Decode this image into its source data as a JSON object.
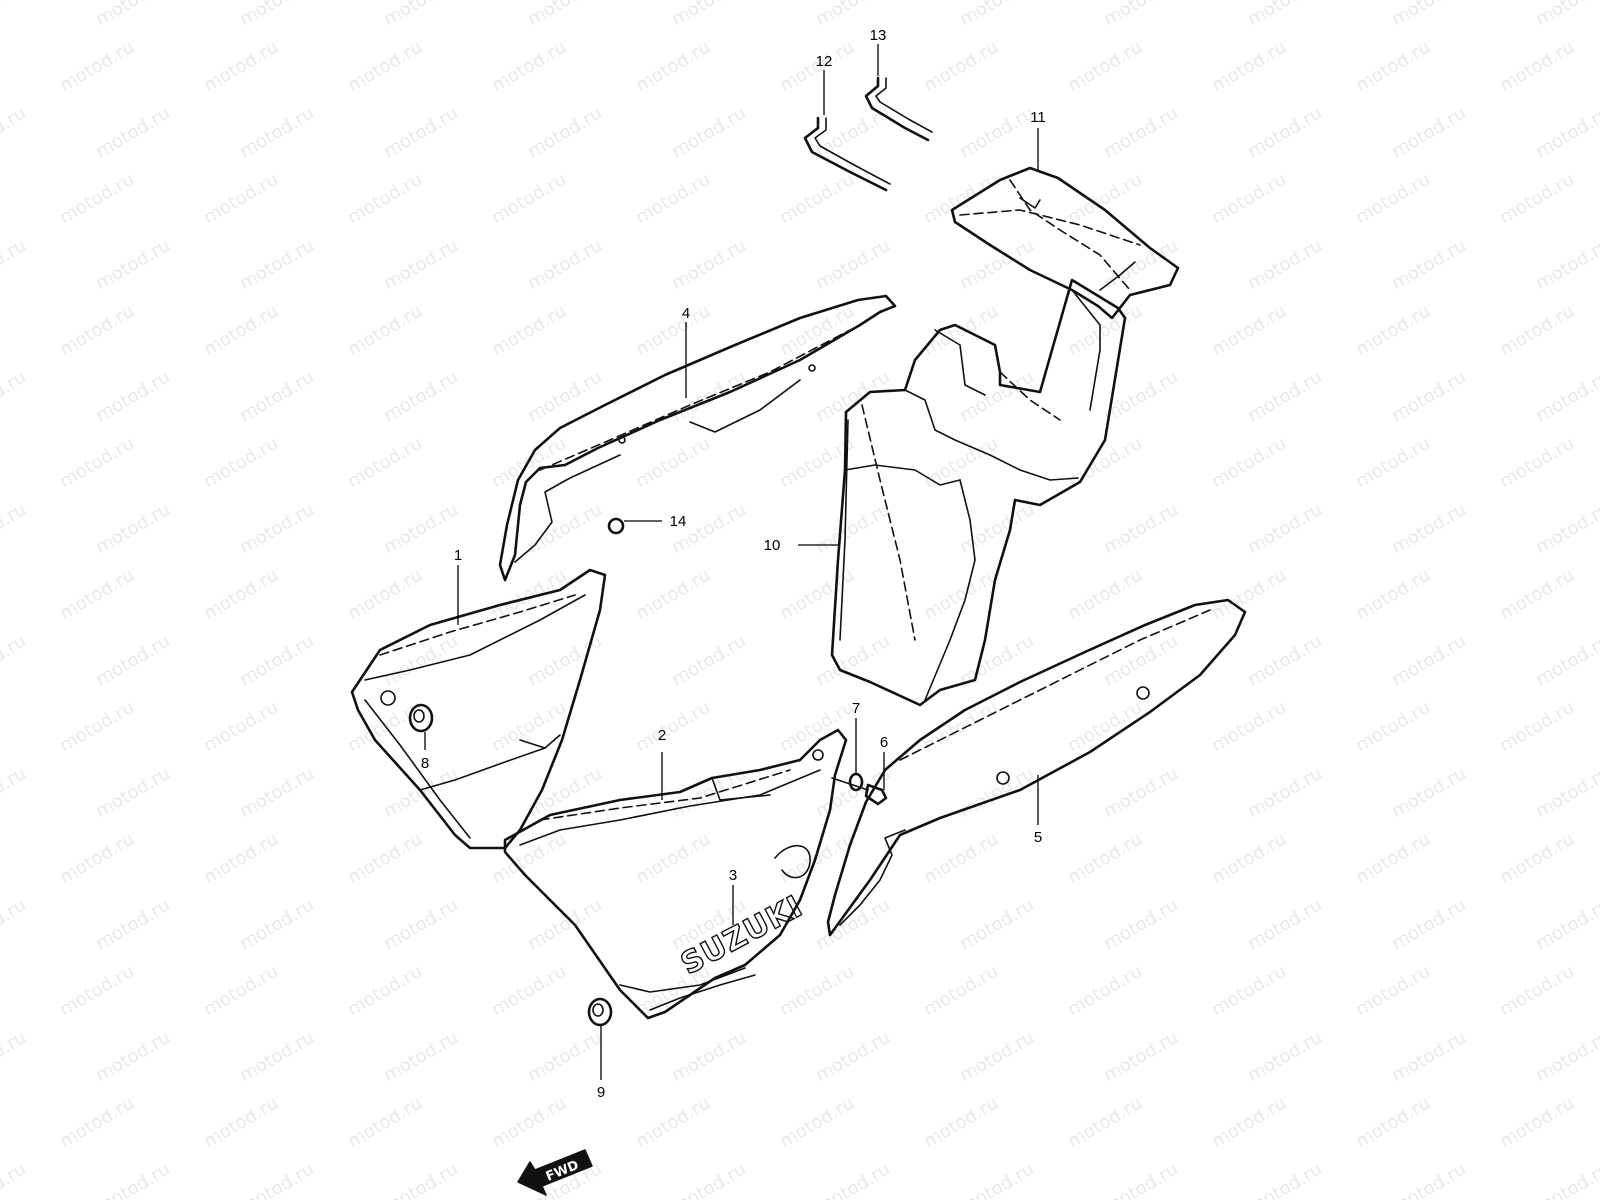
{
  "watermark": "motod.ru",
  "logo_text": "SUZUKI",
  "arrow_label": "FWD",
  "callouts": [
    {
      "id": "c1",
      "label": "1"
    },
    {
      "id": "c2",
      "label": "2"
    },
    {
      "id": "c3",
      "label": "3"
    },
    {
      "id": "c4",
      "label": "4"
    },
    {
      "id": "c5",
      "label": "5"
    },
    {
      "id": "c6",
      "label": "6"
    },
    {
      "id": "c7",
      "label": "7"
    },
    {
      "id": "c8",
      "label": "8"
    },
    {
      "id": "c9",
      "label": "9"
    },
    {
      "id": "c10",
      "label": "10"
    },
    {
      "id": "c11",
      "label": "11"
    },
    {
      "id": "c12",
      "label": "12"
    },
    {
      "id": "c13",
      "label": "13"
    },
    {
      "id": "c14",
      "label": "14"
    }
  ]
}
